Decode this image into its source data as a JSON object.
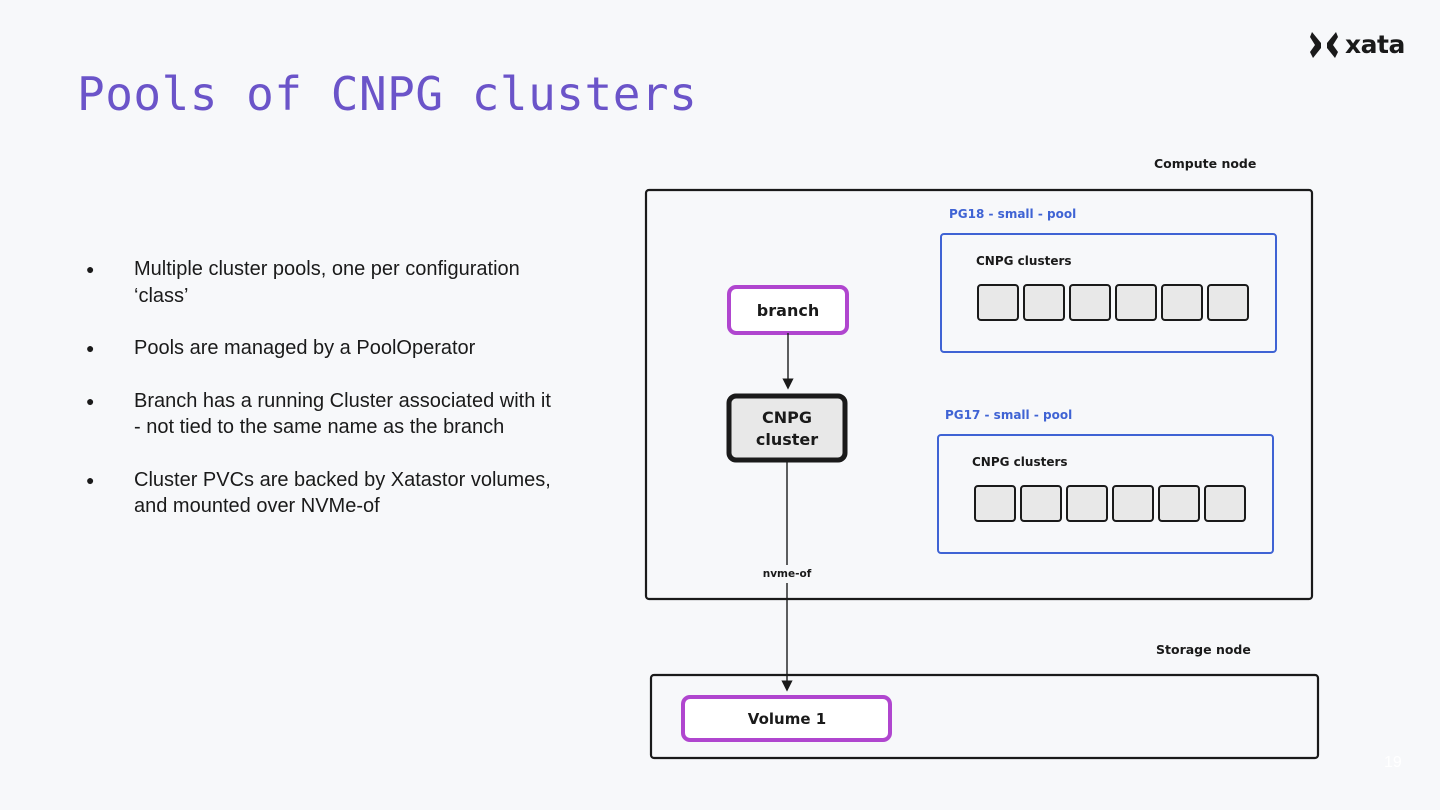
{
  "slide": {
    "title": "Pools of CNPG clusters",
    "page_number": "19"
  },
  "logo": {
    "text": "xata",
    "icon": "xata-butterfly-icon"
  },
  "bullets": [
    {
      "text": "Multiple cluster pools, one per configuration ‘class’"
    },
    {
      "text": "Pools are managed by a PoolOperator"
    },
    {
      "text": "Branch has a running Cluster associated with it - not tied to the same name as the branch"
    },
    {
      "text": "Cluster PVCs are backed by Xatastor volumes, and mounted over NVMe-of"
    }
  ],
  "bullet_marker": "●",
  "diagram": {
    "compute_node_label": "Compute node",
    "storage_node_label": "Storage node",
    "branch_label": "branch",
    "cnpg_cluster_label_line1": "CNPG",
    "cnpg_cluster_label_line2": "cluster",
    "link_label": "nvme-of",
    "volume_label": "Volume 1",
    "pools": [
      {
        "name": "PG18 - small - pool",
        "inner_label": "CNPG clusters",
        "cluster_count": 6
      },
      {
        "name": "PG17 - small - pool",
        "inner_label": "CNPG clusters",
        "cluster_count": 6
      }
    ],
    "colors": {
      "pool_blue": "#3f63d4",
      "branch_purple": "#b046cf",
      "box_fill": "#e8e8e8",
      "stroke": "#1a1a1a"
    }
  }
}
